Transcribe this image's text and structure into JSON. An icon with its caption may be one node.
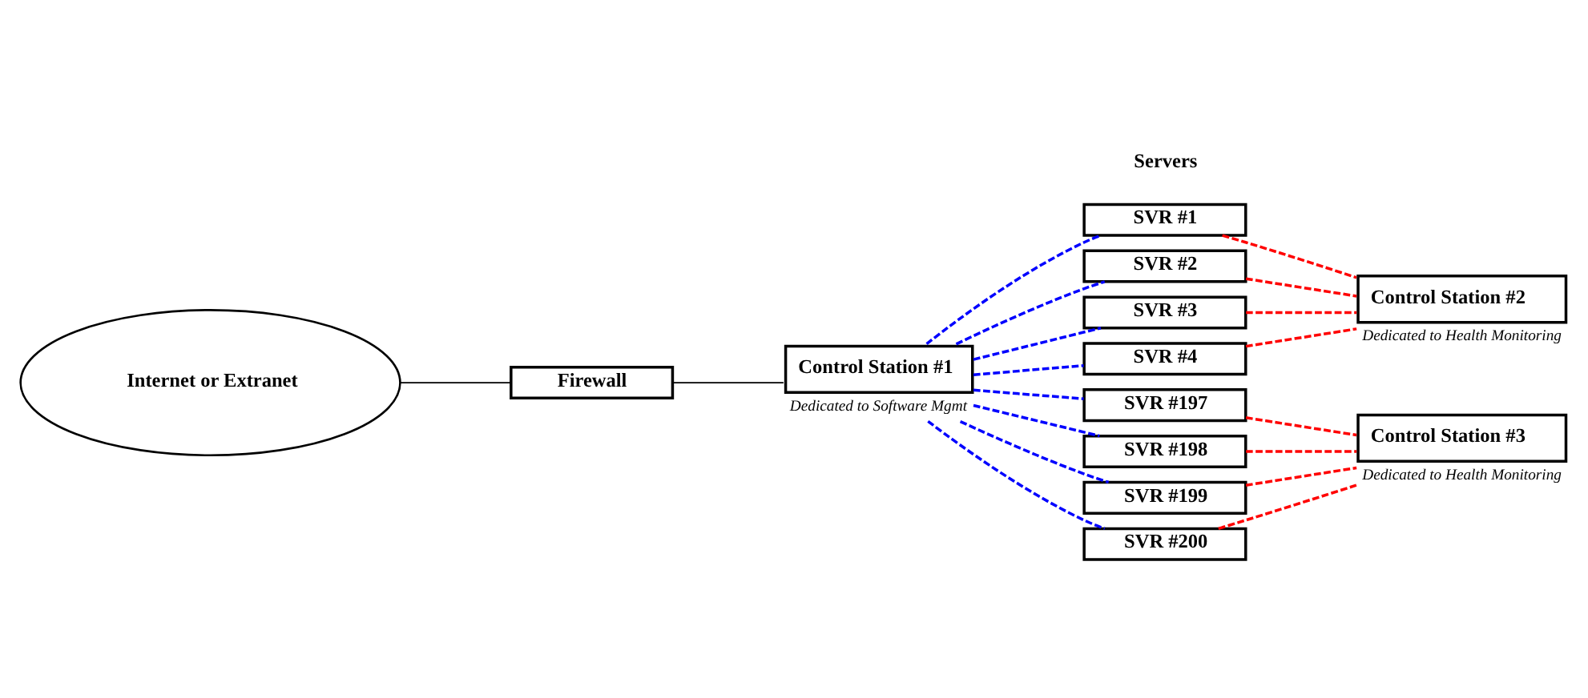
{
  "diagram": {
    "nodes": [
      {
        "text": [
          "Internet or Extranet"
        ]
      },
      {
        "text": [
          "Firewall"
        ]
      },
      {
        "text": [
          "Control Station #1"
        ],
        "beside": [
          "Dedicated to Software Mgmt"
        ]
      },
      {
        "text": [
          "SVR #1"
        ]
      },
      {
        "text": [
          "SVR #2"
        ]
      },
      {
        "text": [
          "SVR #3"
        ]
      },
      {
        "text": [
          "SVR #4"
        ]
      },
      {
        "text": [
          "SVR #197"
        ]
      },
      {
        "text": [
          "SVR #198"
        ]
      },
      {
        "text": [
          "SVR #199"
        ]
      },
      {
        "text": [
          "SVR #200"
        ]
      },
      {
        "text": [
          "Control Station #2"
        ],
        "beside": [
          "Dedicated to Health Monitoring"
        ]
      },
      {
        "text": [
          "Control Station #3"
        ],
        "beside": [
          "Dedicated to Health Monitoring"
        ]
      }
    ],
    "edges": [
      {
        "from": 0,
        "to": 1,
        "arrow": "none",
        "color": "#000000"
      },
      {
        "from": 1,
        "to": 2,
        "arrow": "none",
        "color": "#000000"
      },
      {
        "from": 2,
        "to": 3,
        "arrow": "none",
        "style": "dashed",
        "color": "#0000ff"
      },
      {
        "from": 2,
        "to": 4,
        "arrow": "none",
        "style": "dashed",
        "color": "#0000ff"
      },
      {
        "from": 2,
        "to": 5,
        "arrow": "none",
        "style": "dashed",
        "color": "#0000ff"
      },
      {
        "from": 2,
        "to": 6,
        "arrow": "none",
        "style": "dashed",
        "color": "#0000ff"
      },
      {
        "from": 2,
        "to": 7,
        "arrow": "none",
        "style": "dashed",
        "color": "#0000ff"
      },
      {
        "from": 2,
        "to": 8,
        "arrow": "none",
        "style": "dashed",
        "color": "#0000ff"
      },
      {
        "from": 2,
        "to": 9,
        "arrow": "none",
        "style": "dashed",
        "color": "#0000ff"
      },
      {
        "from": 2,
        "to": 10,
        "arrow": "none",
        "style": "dashed",
        "color": "#0000ff"
      },
      {
        "from": 3,
        "to": 11,
        "arrow": "none",
        "style": "dashed",
        "color": "#ff0000"
      },
      {
        "from": 4,
        "to": 11,
        "arrow": "none",
        "style": "dashed",
        "color": "#ff0000"
      },
      {
        "from": 5,
        "to": 11,
        "arrow": "none",
        "style": "dashed",
        "color": "#ff0000"
      },
      {
        "from": 6,
        "to": 11,
        "arrow": "none",
        "style": "dashed",
        "color": "#ff0000"
      },
      {
        "from": 7,
        "to": 12,
        "arrow": "none",
        "style": "dashed",
        "color": "#ff0000"
      },
      {
        "from": 8,
        "to": 12,
        "arrow": "none",
        "style": "dashed",
        "color": "#ff0000"
      },
      {
        "from": 9,
        "to": 12,
        "arrow": "none",
        "style": "dashed",
        "color": "#ff0000"
      },
      {
        "from": 10,
        "to": 12,
        "arrow": "none",
        "style": "dashed",
        "color": "#ff0000"
      }
    ],
    "labels": [
      "Servers"
    ]
  }
}
